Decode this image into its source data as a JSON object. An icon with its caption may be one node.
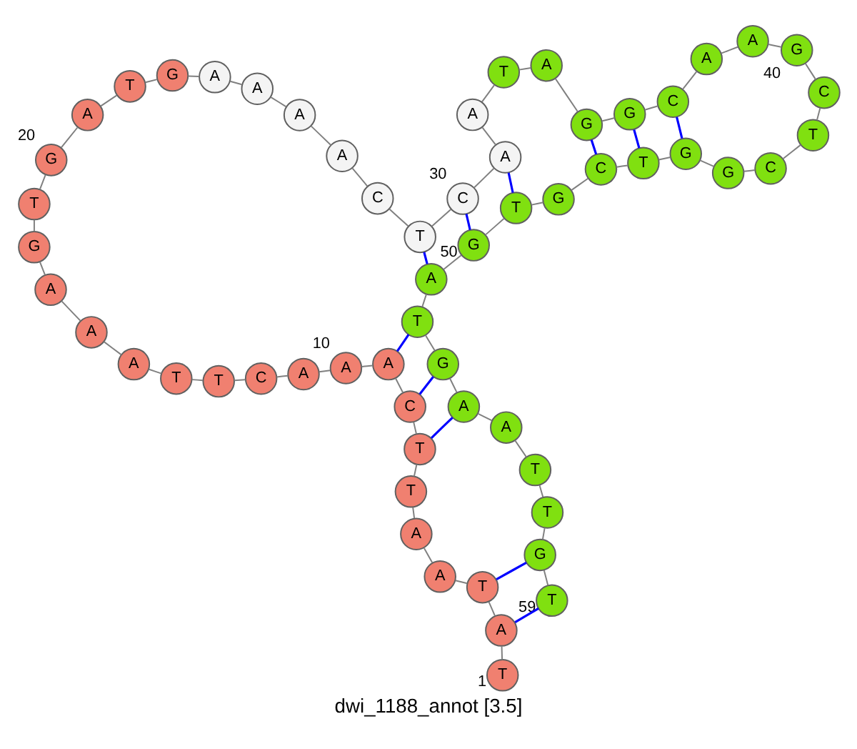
{
  "diagram": {
    "caption": "dwi_1188_annot [3.5]",
    "nodes": [
      {
        "text": [
          "T"
        ],
        "beside": [
          "1"
        ]
      },
      {
        "text": [
          "A"
        ]
      },
      {
        "text": [
          "T"
        ]
      },
      {
        "text": [
          "A"
        ]
      },
      {
        "text": [
          "A"
        ]
      },
      {
        "text": [
          "T"
        ]
      },
      {
        "text": [
          "T"
        ]
      },
      {
        "text": [
          "C"
        ]
      },
      {
        "text": [
          "A"
        ]
      },
      {
        "text": [
          "A"
        ],
        "beside": [
          "10"
        ]
      },
      {
        "text": [
          "A"
        ]
      },
      {
        "text": [
          "C"
        ]
      },
      {
        "text": [
          "T"
        ]
      },
      {
        "text": [
          "T"
        ]
      },
      {
        "text": [
          "A"
        ]
      },
      {
        "text": [
          "A"
        ]
      },
      {
        "text": [
          "A"
        ]
      },
      {
        "text": [
          "G"
        ]
      },
      {
        "text": [
          "T"
        ]
      },
      {
        "text": [
          "G"
        ],
        "beside": [
          "20"
        ]
      },
      {
        "text": [
          "A"
        ]
      },
      {
        "text": [
          "T"
        ]
      },
      {
        "text": [
          "G"
        ]
      },
      {
        "text": [
          "A"
        ]
      },
      {
        "text": [
          "A"
        ]
      },
      {
        "text": [
          "A"
        ]
      },
      {
        "text": [
          "A"
        ]
      },
      {
        "text": [
          "C"
        ]
      },
      {
        "text": [
          "T"
        ]
      },
      {
        "text": [
          "C"
        ],
        "beside": [
          "30"
        ]
      },
      {
        "text": [
          "A"
        ]
      },
      {
        "text": [
          "A"
        ]
      },
      {
        "text": [
          "T"
        ]
      },
      {
        "text": [
          "A"
        ]
      },
      {
        "text": [
          "G"
        ]
      },
      {
        "text": [
          "G"
        ]
      },
      {
        "text": [
          "C"
        ]
      },
      {
        "text": [
          "A"
        ]
      },
      {
        "text": [
          "A"
        ]
      },
      {
        "text": [
          "G"
        ],
        "beside": [
          "40"
        ]
      },
      {
        "text": [
          "C"
        ]
      },
      {
        "text": [
          "T"
        ]
      },
      {
        "text": [
          "C"
        ]
      },
      {
        "text": [
          "G"
        ]
      },
      {
        "text": [
          "G"
        ]
      },
      {
        "text": [
          "T"
        ]
      },
      {
        "text": [
          "C"
        ]
      },
      {
        "text": [
          "G"
        ]
      },
      {
        "text": [
          "T"
        ]
      },
      {
        "text": [
          "G"
        ],
        "beside": [
          "50"
        ]
      },
      {
        "text": [
          "A"
        ]
      },
      {
        "text": [
          "T"
        ]
      },
      {
        "text": [
          "G"
        ]
      },
      {
        "text": [
          "A"
        ]
      },
      {
        "text": [
          "A"
        ]
      },
      {
        "text": [
          "T"
        ]
      },
      {
        "text": [
          "T"
        ]
      },
      {
        "text": [
          "G"
        ]
      },
      {
        "text": [
          "T"
        ],
        "beside": [
          "59"
        ]
      }
    ],
    "edges": [
      {
        "from": 0,
        "to": 1,
        "arrow": "none"
      },
      {
        "from": 1,
        "to": 2,
        "arrow": "none"
      },
      {
        "from": 2,
        "to": 3,
        "arrow": "none"
      },
      {
        "from": 3,
        "to": 4,
        "arrow": "none"
      },
      {
        "from": 4,
        "to": 5,
        "arrow": "none"
      },
      {
        "from": 5,
        "to": 6,
        "arrow": "none"
      },
      {
        "from": 6,
        "to": 7,
        "arrow": "none"
      },
      {
        "from": 7,
        "to": 8,
        "arrow": "none"
      },
      {
        "from": 8,
        "to": 9,
        "arrow": "none"
      },
      {
        "from": 9,
        "to": 10,
        "arrow": "none"
      },
      {
        "from": 10,
        "to": 11,
        "arrow": "none"
      },
      {
        "from": 11,
        "to": 12,
        "arrow": "none"
      },
      {
        "from": 12,
        "to": 13,
        "arrow": "none"
      },
      {
        "from": 13,
        "to": 14,
        "arrow": "none"
      },
      {
        "from": 14,
        "to": 15,
        "arrow": "none"
      },
      {
        "from": 15,
        "to": 16,
        "arrow": "none"
      },
      {
        "from": 16,
        "to": 17,
        "arrow": "none"
      },
      {
        "from": 17,
        "to": 18,
        "arrow": "none"
      },
      {
        "from": 18,
        "to": 19,
        "arrow": "none"
      },
      {
        "from": 19,
        "to": 20,
        "arrow": "none"
      },
      {
        "from": 20,
        "to": 21,
        "arrow": "none"
      },
      {
        "from": 21,
        "to": 22,
        "arrow": "none"
      },
      {
        "from": 22,
        "to": 23,
        "arrow": "none"
      },
      {
        "from": 23,
        "to": 24,
        "arrow": "none"
      },
      {
        "from": 24,
        "to": 25,
        "arrow": "none"
      },
      {
        "from": 25,
        "to": 26,
        "arrow": "none"
      },
      {
        "from": 26,
        "to": 27,
        "arrow": "none"
      },
      {
        "from": 27,
        "to": 28,
        "arrow": "none"
      },
      {
        "from": 28,
        "to": 29,
        "arrow": "none"
      },
      {
        "from": 29,
        "to": 30,
        "arrow": "none"
      },
      {
        "from": 30,
        "to": 31,
        "arrow": "none"
      },
      {
        "from": 31,
        "to": 32,
        "arrow": "none"
      },
      {
        "from": 32,
        "to": 33,
        "arrow": "none"
      },
      {
        "from": 33,
        "to": 34,
        "arrow": "none"
      },
      {
        "from": 34,
        "to": 35,
        "arrow": "none"
      },
      {
        "from": 35,
        "to": 36,
        "arrow": "none"
      },
      {
        "from": 36,
        "to": 37,
        "arrow": "none"
      },
      {
        "from": 37,
        "to": 38,
        "arrow": "none"
      },
      {
        "from": 38,
        "to": 39,
        "arrow": "none"
      },
      {
        "from": 39,
        "to": 40,
        "arrow": "none"
      },
      {
        "from": 40,
        "to": 41,
        "arrow": "none"
      },
      {
        "from": 41,
        "to": 42,
        "arrow": "none"
      },
      {
        "from": 42,
        "to": 43,
        "arrow": "none"
      },
      {
        "from": 43,
        "to": 44,
        "arrow": "none"
      },
      {
        "from": 44,
        "to": 45,
        "arrow": "none"
      },
      {
        "from": 45,
        "to": 46,
        "arrow": "none"
      },
      {
        "from": 46,
        "to": 47,
        "arrow": "none"
      },
      {
        "from": 47,
        "to": 48,
        "arrow": "none"
      },
      {
        "from": 48,
        "to": 49,
        "arrow": "none"
      },
      {
        "from": 49,
        "to": 50,
        "arrow": "none"
      },
      {
        "from": 50,
        "to": 51,
        "arrow": "none"
      },
      {
        "from": 51,
        "to": 52,
        "arrow": "none"
      },
      {
        "from": 52,
        "to": 53,
        "arrow": "none"
      },
      {
        "from": 53,
        "to": 54,
        "arrow": "none"
      },
      {
        "from": 54,
        "to": 55,
        "arrow": "none"
      },
      {
        "from": 55,
        "to": 56,
        "arrow": "none"
      },
      {
        "from": 56,
        "to": 57,
        "arrow": "none"
      },
      {
        "from": 57,
        "to": 58,
        "arrow": "none"
      },
      {
        "from": 1,
        "to": 58,
        "arrow": "none",
        "color": "#0000ff"
      },
      {
        "from": 2,
        "to": 57,
        "arrow": "none",
        "color": "#0000ff"
      },
      {
        "from": 6,
        "to": 53,
        "arrow": "none",
        "color": "#0000ff"
      },
      {
        "from": 7,
        "to": 52,
        "arrow": "none",
        "color": "#0000ff"
      },
      {
        "from": 8,
        "to": 51,
        "arrow": "none",
        "color": "#0000ff"
      },
      {
        "from": 28,
        "to": 50,
        "arrow": "none",
        "color": "#0000ff"
      },
      {
        "from": 29,
        "to": 49,
        "arrow": "none",
        "color": "#0000ff"
      },
      {
        "from": 30,
        "to": 48,
        "arrow": "none",
        "color": "#0000ff"
      },
      {
        "from": 34,
        "to": 46,
        "arrow": "none",
        "color": "#0000ff"
      },
      {
        "from": 35,
        "to": 45,
        "arrow": "none",
        "color": "#0000ff"
      },
      {
        "from": 36,
        "to": 44,
        "arrow": "none",
        "color": "#0000ff"
      }
    ]
  }
}
